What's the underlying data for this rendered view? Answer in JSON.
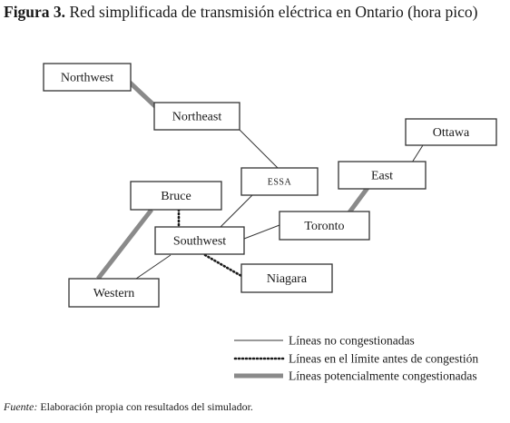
{
  "figure": {
    "label": "Figura 3.",
    "title": "Red simplificada de transmisión eléctrica en Ontario (hora pico)"
  },
  "nodes": [
    {
      "id": "northwest",
      "label": "Northwest"
    },
    {
      "id": "northeast",
      "label": "Northeast"
    },
    {
      "id": "ottawa",
      "label": "Ottawa"
    },
    {
      "id": "east",
      "label": "East"
    },
    {
      "id": "essa",
      "label": "ESSA"
    },
    {
      "id": "bruce",
      "label": "Bruce"
    },
    {
      "id": "toronto",
      "label": "Toronto"
    },
    {
      "id": "southwest",
      "label": "Southwest"
    },
    {
      "id": "niagara",
      "label": "Niagara"
    },
    {
      "id": "western",
      "label": "Western"
    }
  ],
  "edges": [
    {
      "from": "northwest",
      "to": "northeast",
      "status": "congested"
    },
    {
      "from": "northeast",
      "to": "essa",
      "status": "normal"
    },
    {
      "from": "ottawa",
      "to": "east",
      "status": "normal"
    },
    {
      "from": "east",
      "to": "toronto",
      "status": "congested"
    },
    {
      "from": "essa",
      "to": "southwest",
      "status": "normal"
    },
    {
      "from": "toronto",
      "to": "southwest",
      "status": "normal"
    },
    {
      "from": "bruce",
      "to": "southwest",
      "status": "limit"
    },
    {
      "from": "bruce",
      "to": "western",
      "status": "congested"
    },
    {
      "from": "southwest",
      "to": "western",
      "status": "normal"
    },
    {
      "from": "southwest",
      "to": "niagara",
      "status": "limit"
    }
  ],
  "legend": {
    "normal": "Líneas no congestionadas",
    "limit": "Líneas en el límite antes de congestión",
    "congested": "Líneas potencialmente congestionadas"
  },
  "source": {
    "label": "Fuente:",
    "text": " Elaboración propia con resultados del simulador."
  }
}
